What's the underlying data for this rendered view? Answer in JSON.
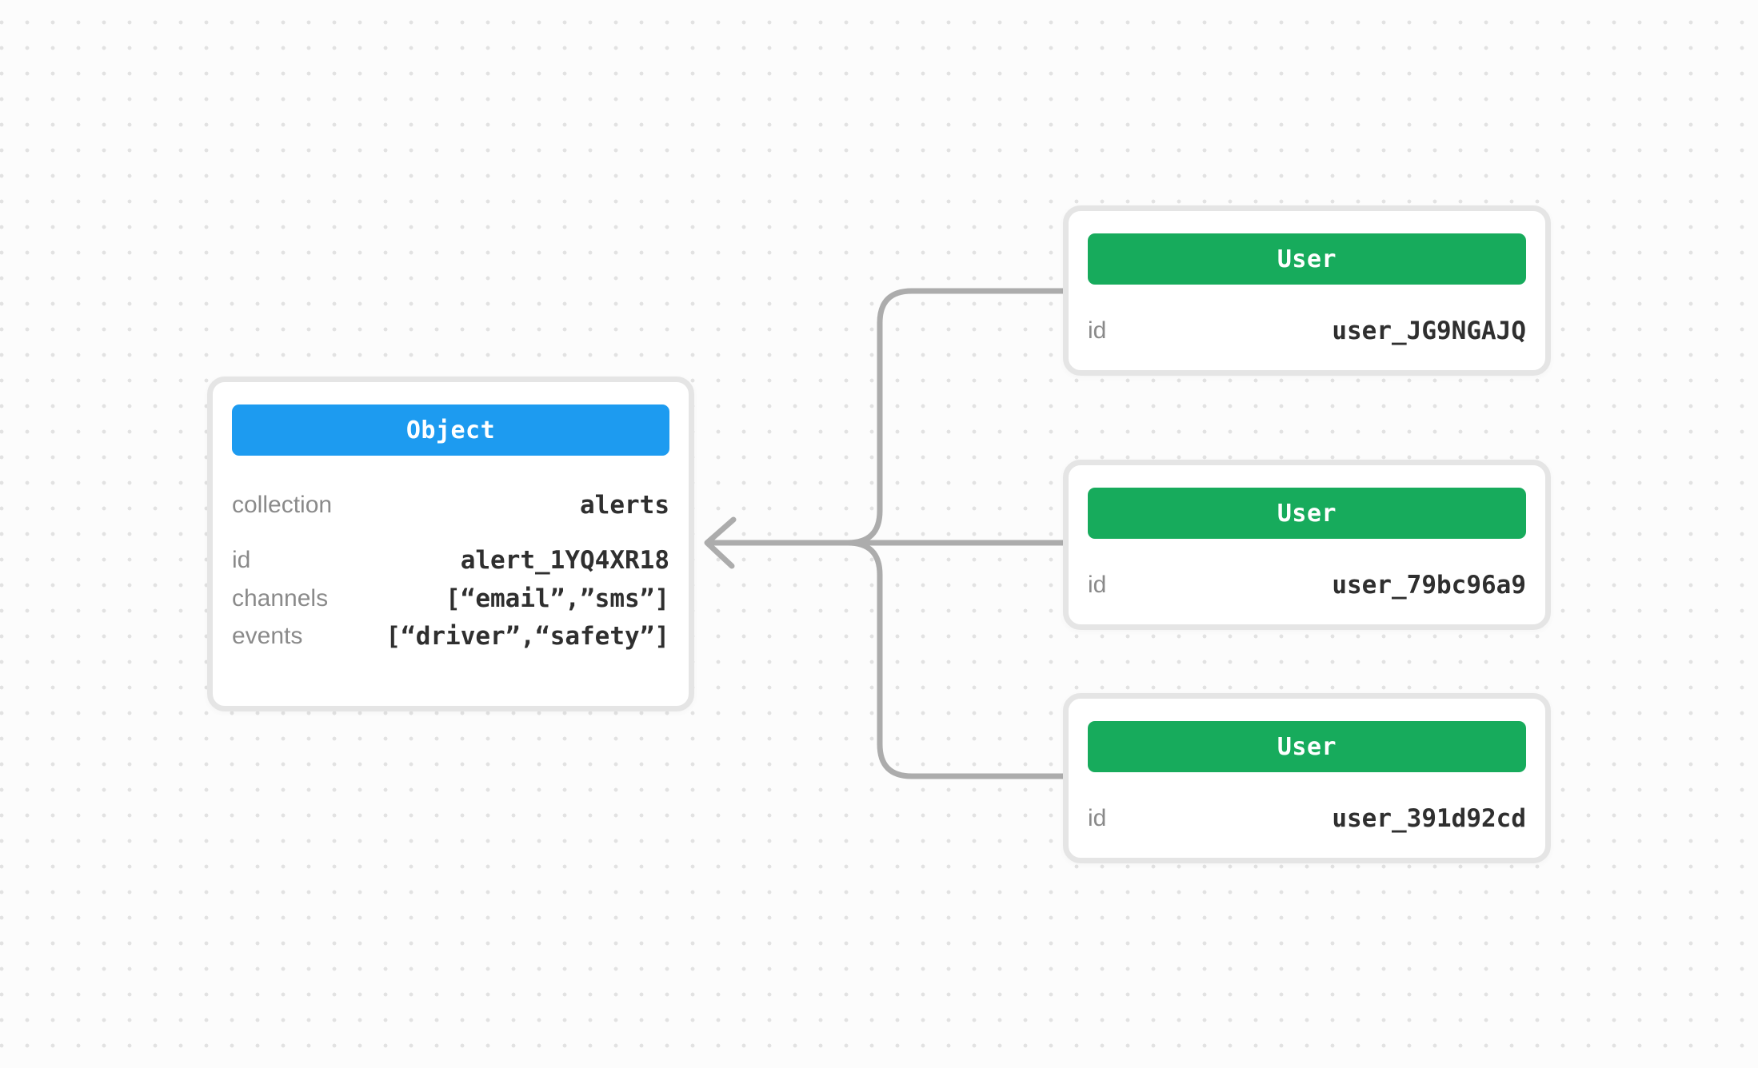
{
  "colors": {
    "background": "#FCFCFC",
    "dot": "#E2E2E2",
    "card_border": "#E5E5E5",
    "object_header": "#1D9BF0",
    "user_header": "#17AB5C",
    "connector": "#ACACAC",
    "label": "#8A8A8A",
    "value": "#2F2F2F"
  },
  "object_card": {
    "title": "Object",
    "fields": [
      {
        "label": "collection",
        "value": "alerts"
      },
      {
        "label": "id",
        "value": "alert_1YQ4XR18"
      },
      {
        "label": "channels",
        "value": "[“email”,”sms”]"
      },
      {
        "label": "events",
        "value": "[“driver”,“safety”]"
      }
    ]
  },
  "user_cards": [
    {
      "title": "User",
      "fields": [
        {
          "label": "id",
          "value": "user_JG9NGAJQ"
        }
      ]
    },
    {
      "title": "User",
      "fields": [
        {
          "label": "id",
          "value": "user_79bc96a9"
        }
      ]
    },
    {
      "title": "User",
      "fields": [
        {
          "label": "id",
          "value": "user_391d92cd"
        }
      ]
    }
  ]
}
